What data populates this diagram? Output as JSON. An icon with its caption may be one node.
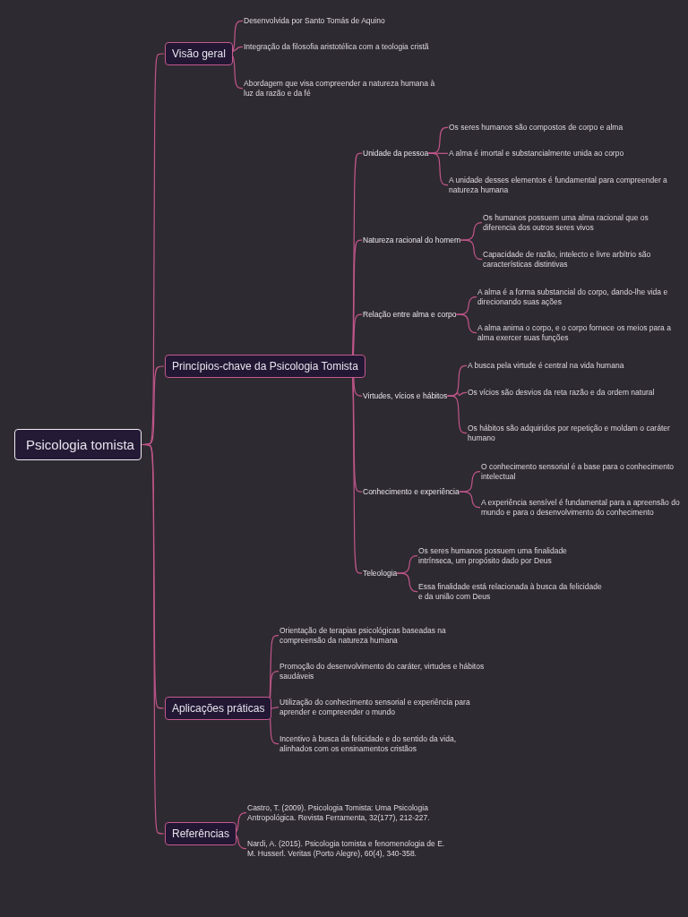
{
  "diagram": {
    "nodes": [
      {
        "text": [
          "Psicologia tomista"
        ]
      },
      {
        "text": [
          "Visão geral"
        ]
      },
      {
        "text": [
          "Desenvolvida por Santo Tomás de Aquino"
        ]
      },
      {
        "text": [
          "Integração da filosofia aristotélica com a teologia cristã"
        ]
      },
      {
        "text": [
          "Abordagem que visa compreender a natureza humana à luz da razão e da fé"
        ]
      },
      {
        "text": [
          "Princípios-chave da Psicologia Tomista"
        ]
      },
      {
        "text": [
          "Unidade da pessoa"
        ]
      },
      {
        "text": [
          "Os seres humanos são compostos de corpo e alma"
        ]
      },
      {
        "text": [
          "A alma é imortal e substancialmente unida ao corpo"
        ]
      },
      {
        "text": [
          "A unidade desses elementos é fundamental para compreender a natureza humana"
        ]
      },
      {
        "text": [
          "Natureza racional do homem"
        ]
      },
      {
        "text": [
          "Os humanos possuem uma alma racional que os diferencia dos outros seres vivos"
        ]
      },
      {
        "text": [
          "Capacidade de razão, intelecto e livre arbítrio são características distintivas"
        ]
      },
      {
        "text": [
          "Relação entre alma e corpo"
        ]
      },
      {
        "text": [
          "A alma é a forma substancial do corpo, dando-lhe vida e direcionando suas ações"
        ]
      },
      {
        "text": [
          "A alma anima o corpo, e o corpo fornece os meios para a alma exercer suas funções"
        ]
      },
      {
        "text": [
          "Virtudes, vícios e hábitos"
        ]
      },
      {
        "text": [
          "A busca pela virtude é central na vida humana"
        ]
      },
      {
        "text": [
          "Os vícios são desvios da reta razão e da ordem natural"
        ]
      },
      {
        "text": [
          "Os hábitos são adquiridos por repetição e moldam o caráter humano"
        ]
      },
      {
        "text": [
          "Conhecimento e experiência"
        ]
      },
      {
        "text": [
          "O conhecimento sensorial é a base para o conhecimento intelectual"
        ]
      },
      {
        "text": [
          "A experiência sensível é fundamental para a apreensão do mundo e para o desenvolvimento do conhecimento"
        ]
      },
      {
        "text": [
          "Teleologia"
        ]
      },
      {
        "text": [
          "Os seres humanos possuem uma finalidade intrínseca, um propósito dado por Deus"
        ]
      },
      {
        "text": [
          "Essa finalidade está relacionada à busca da felicidade e da união com Deus"
        ]
      },
      {
        "text": [
          "Aplicações práticas"
        ]
      },
      {
        "text": [
          "Orientação de terapias psicológicas baseadas na compreensão da natureza humana"
        ]
      },
      {
        "text": [
          "Promoção do desenvolvimento do caráter, virtudes e hábitos saudáveis"
        ]
      },
      {
        "text": [
          "Utilização do conhecimento sensorial e experiência para aprender e compreender o mundo"
        ]
      },
      {
        "text": [
          "Incentivo à busca da felicidade e do sentido da vida, alinhados com os ensinamentos cristãos"
        ]
      },
      {
        "text": [
          "Referências"
        ]
      },
      {
        "text": [
          "Castro, T. (2009). Psicologia Tomista: Uma Psicologia Antropológica. Revista Ferramenta, 32(177), 212-227."
        ]
      },
      {
        "text": [
          "Nardi, A. (2015). Psicologia tomista e fenomenologia de E. M. Husserl. Veritas (Porto Alegre), 60(4), 340-358."
        ]
      }
    ],
    "edges": [
      {
        "from": 0,
        "to": 1,
        "arrow": "none"
      },
      {
        "from": 1,
        "to": 2,
        "arrow": "none"
      },
      {
        "from": 1,
        "to": 3,
        "arrow": "none"
      },
      {
        "from": 1,
        "to": 4,
        "arrow": "none"
      },
      {
        "from": 0,
        "to": 5,
        "arrow": "none"
      },
      {
        "from": 5,
        "to": 6,
        "arrow": "none"
      },
      {
        "from": 6,
        "to": 7,
        "arrow": "none"
      },
      {
        "from": 6,
        "to": 8,
        "arrow": "none"
      },
      {
        "from": 6,
        "to": 9,
        "arrow": "none"
      },
      {
        "from": 5,
        "to": 10,
        "arrow": "none"
      },
      {
        "from": 10,
        "to": 11,
        "arrow": "none"
      },
      {
        "from": 10,
        "to": 12,
        "arrow": "none"
      },
      {
        "from": 5,
        "to": 13,
        "arrow": "none"
      },
      {
        "from": 13,
        "to": 14,
        "arrow": "none"
      },
      {
        "from": 13,
        "to": 15,
        "arrow": "none"
      },
      {
        "from": 5,
        "to": 16,
        "arrow": "none"
      },
      {
        "from": 16,
        "to": 17,
        "arrow": "none"
      },
      {
        "from": 16,
        "to": 18,
        "arrow": "none"
      },
      {
        "from": 16,
        "to": 19,
        "arrow": "none"
      },
      {
        "from": 5,
        "to": 20,
        "arrow": "none"
      },
      {
        "from": 20,
        "to": 21,
        "arrow": "none"
      },
      {
        "from": 20,
        "to": 22,
        "arrow": "none"
      },
      {
        "from": 5,
        "to": 23,
        "arrow": "none"
      },
      {
        "from": 23,
        "to": 24,
        "arrow": "none"
      },
      {
        "from": 23,
        "to": 25,
        "arrow": "none"
      },
      {
        "from": 0,
        "to": 26,
        "arrow": "none"
      },
      {
        "from": 26,
        "to": 27,
        "arrow": "none"
      },
      {
        "from": 26,
        "to": 28,
        "arrow": "none"
      },
      {
        "from": 26,
        "to": 29,
        "arrow": "none"
      },
      {
        "from": 26,
        "to": 30,
        "arrow": "none"
      },
      {
        "from": 0,
        "to": 31,
        "arrow": "none"
      },
      {
        "from": 31,
        "to": 32,
        "arrow": "none"
      },
      {
        "from": 31,
        "to": 33,
        "arrow": "none"
      }
    ]
  }
}
